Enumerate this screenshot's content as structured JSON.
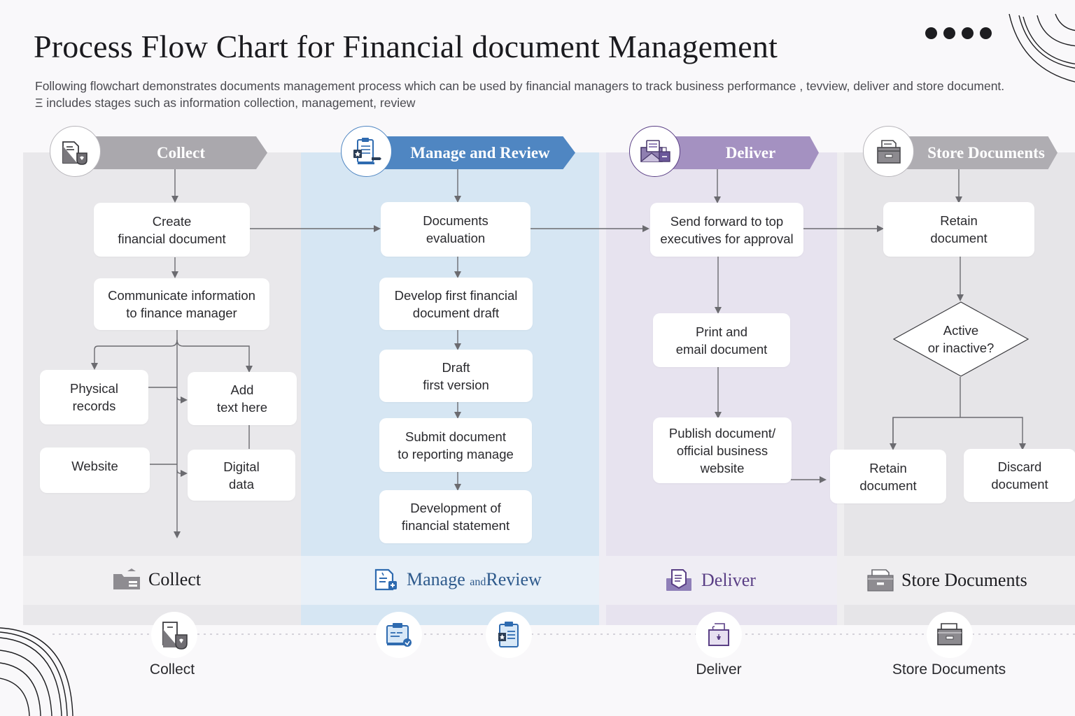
{
  "header": {
    "title": "Process Flow Chart for Financial document Management",
    "subtitle": "Following flowchart demonstrates documents management process which can be used by financial managers to track business performance , tevview, deliver and store document. Ξ includes stages such as information collection, management, review"
  },
  "colors": {
    "collect": "#a8a6ab",
    "manage": "#4f86c2",
    "deliver": "#a491c1",
    "store": "#afadb2",
    "connector": "#6b6b70",
    "manage_text": "#2e5a8c",
    "deliver_text": "#5a3f85"
  },
  "stages": [
    {
      "id": "collect",
      "label": "Collect",
      "icon": "document-shield-icon"
    },
    {
      "id": "manage",
      "label": "Manage and Review",
      "icon": "clipboard-document-icon"
    },
    {
      "id": "deliver",
      "label": "Deliver",
      "icon": "mail-document-icon"
    },
    {
      "id": "store",
      "label": "Store Documents",
      "icon": "file-cabinet-icon"
    }
  ],
  "nodes": {
    "collect": {
      "create": "Create\nfinancial document",
      "communicate": "Communicate information\nto finance manager",
      "physical": "Physical\nrecords",
      "add_text": "Add\ntext here",
      "website": "Website",
      "digital": "Digital\ndata"
    },
    "manage": {
      "evaluation": "Documents\nevaluation",
      "develop_draft": "Develop first financial\ndocument draft",
      "draft_first": "Draft\nfirst version",
      "submit": "Submit document\nto reporting manage",
      "development": "Development of\nfinancial statement"
    },
    "deliver": {
      "send_forward": "Send forward to top\nexecutives for approval",
      "print_email": "Print and\nemail document",
      "publish": "Publish document/\nofficial business\nwebsite"
    },
    "store": {
      "retain_top": "Retain\ndocument",
      "decision": "Active\nor inactive?",
      "retain_bottom": "Retain\ndocument",
      "discard": "Discard\ndocument"
    }
  },
  "footer": {
    "collect": "Collect",
    "manage_a": "Manage",
    "manage_and": "and",
    "manage_b": "Review",
    "deliver": "Deliver",
    "store": "Store Documents"
  },
  "timeline": {
    "labels": [
      "Collect",
      "Deliver",
      "Store Documents"
    ],
    "icons": [
      "document-shield-icon",
      "clipboard-badge-icon",
      "clipboard-star-icon",
      "briefcase-document-icon",
      "file-cabinet-icon"
    ]
  }
}
